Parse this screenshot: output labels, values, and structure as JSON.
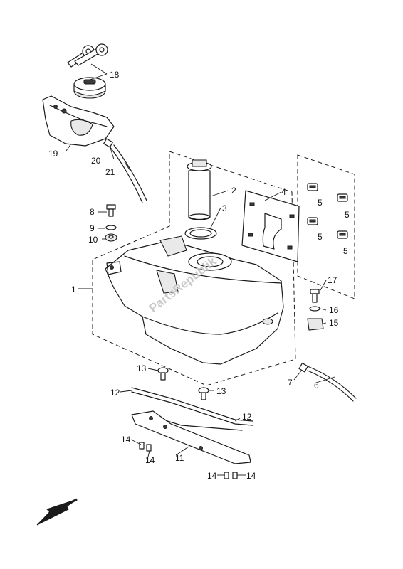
{
  "watermark": "PartsRepublik",
  "callouts": {
    "c1": "1",
    "c2": "2",
    "c3": "3",
    "c4": "4",
    "c5": "5",
    "c6": "6",
    "c7": "7",
    "c8": "8",
    "c9": "9",
    "c10": "10",
    "c11": "11",
    "c12": "12",
    "c13": "13",
    "c14": "14",
    "c15": "15",
    "c16": "16",
    "c17": "17",
    "c18": "18",
    "c19": "19",
    "c20": "20",
    "c21": "21"
  },
  "icons": {
    "direction": "arrow-down-left-icon"
  }
}
